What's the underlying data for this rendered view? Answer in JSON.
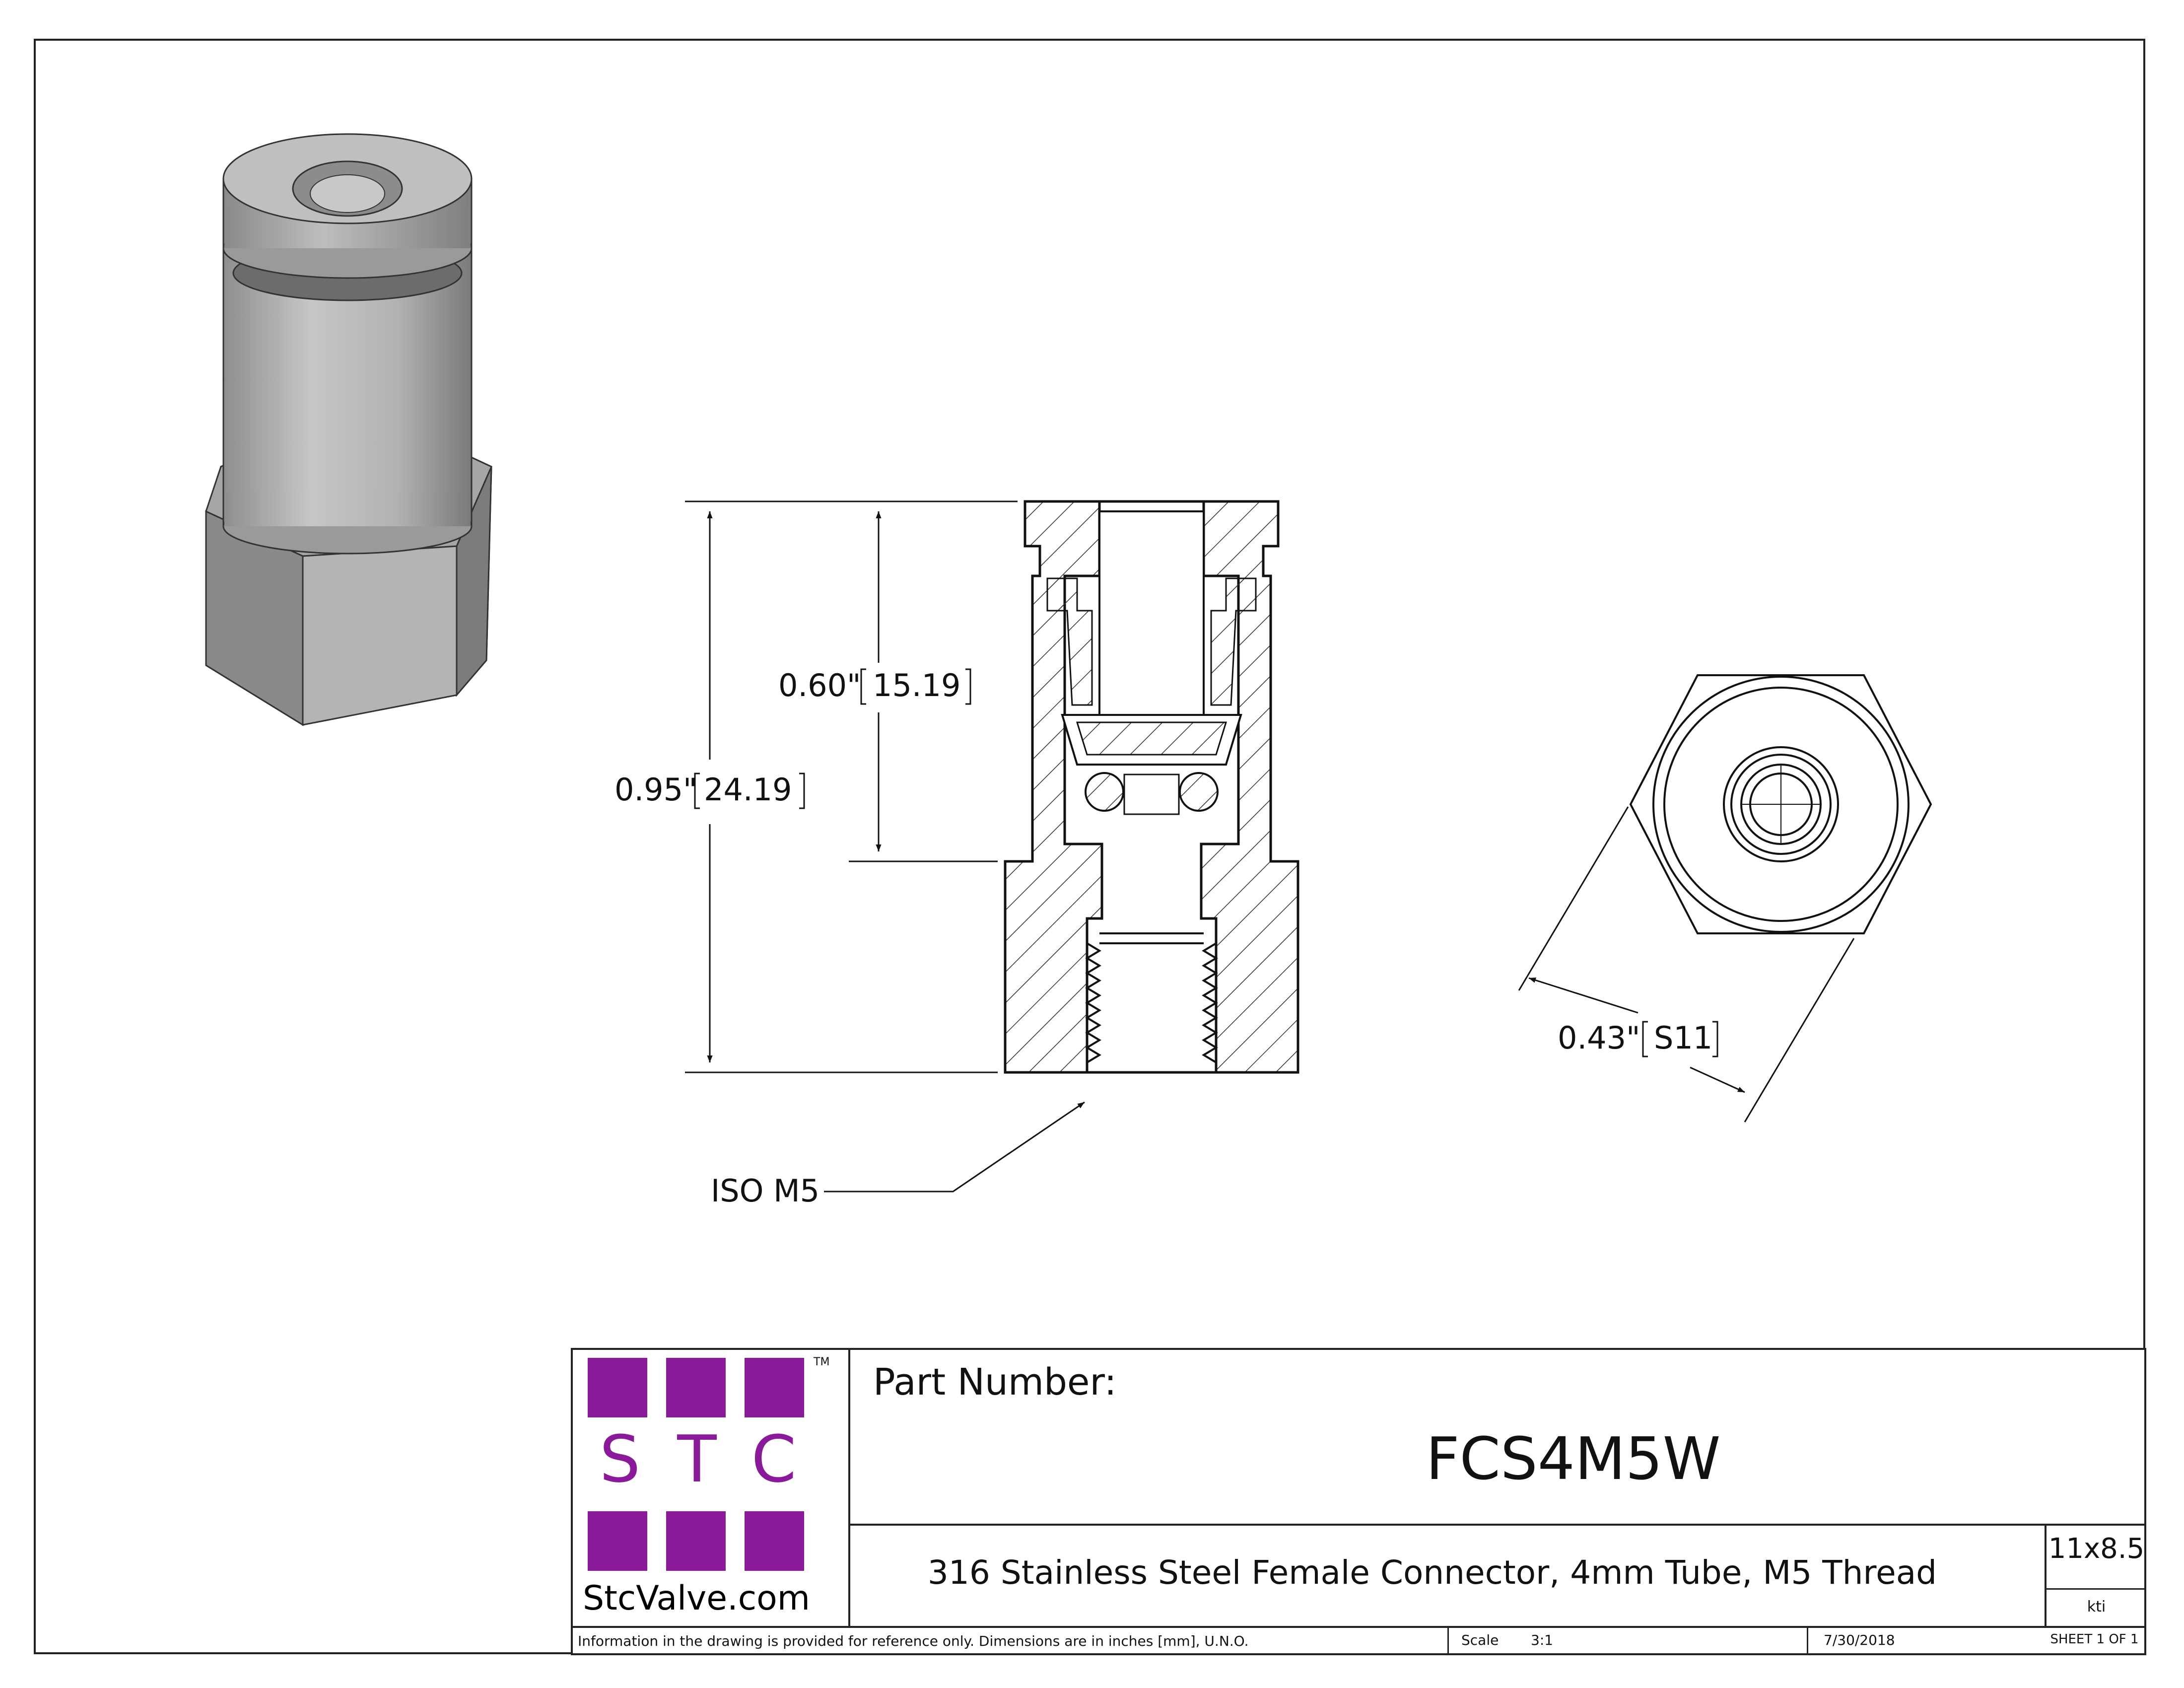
{
  "drawing": {
    "dim_overall": {
      "inch": "0.95\"",
      "mm": "24.19"
    },
    "dim_partial": {
      "inch": "0.60\"",
      "mm": "15.19"
    },
    "dim_hex": {
      "inch": "0.43\"",
      "mm": "S11"
    },
    "thread_callout": "ISO M5"
  },
  "title_block": {
    "logo": {
      "letters": [
        "S",
        "T",
        "C"
      ],
      "tm": "TM",
      "site": "StcValve.com",
      "color": "#8B1A9A"
    },
    "part_number_label": "Part Number:",
    "part_number": "FCS4M5W",
    "description": "316 Stainless Steel Female Connector, 4mm Tube, M5 Thread",
    "size": "11x8.5",
    "drawn_by": "kti",
    "disclaimer": "Information in the drawing is provided for reference only. Dimensions are in inches [mm], U.N.O.",
    "scale_label": "Scale",
    "scale_value": "3:1",
    "date": "7/30/2018",
    "sheet": "SHEET 1 OF 1"
  }
}
